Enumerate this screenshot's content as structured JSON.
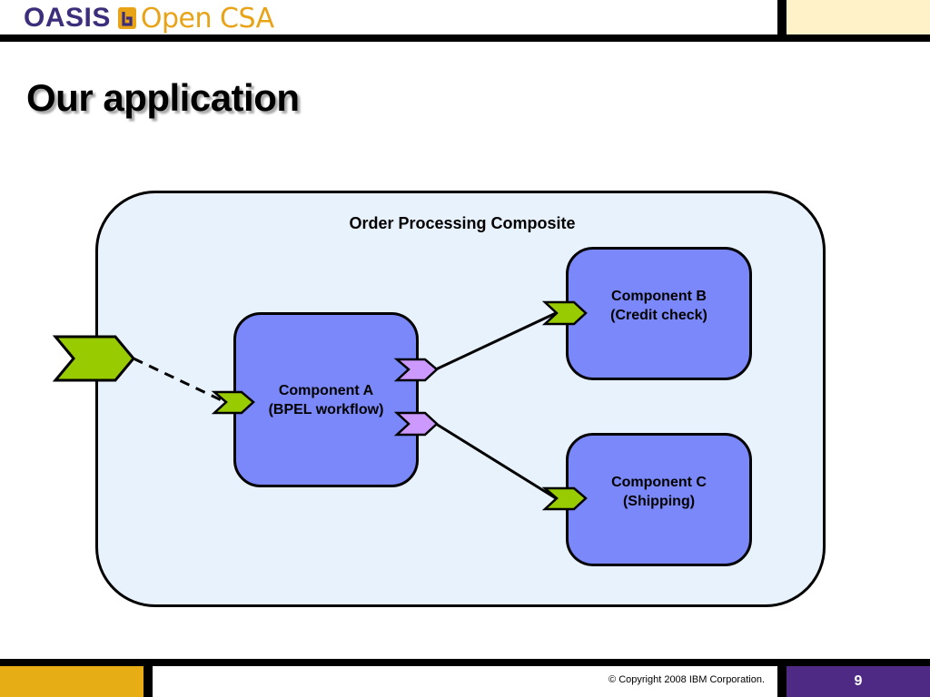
{
  "header": {
    "logo_left": "OASIS",
    "logo_right": "Open CSA",
    "logo_mark_icon": "oasis-mark-icon",
    "colors": {
      "logo_purple": "#3d2e7c",
      "logo_orange": "#e8a317",
      "accent_cream": "#fff2c8"
    }
  },
  "slide": {
    "title": "Our application"
  },
  "diagram": {
    "composite_label": "Order Processing Composite",
    "components": [
      {
        "line1": "Component A",
        "line2": "(BPEL workflow)"
      },
      {
        "line1": "Component B",
        "line2": "(Credit check)"
      },
      {
        "line1": "Component C",
        "line2": "(Shipping)"
      }
    ],
    "colors": {
      "composite_fill": "#e8f2fd",
      "component_fill": "#7a88f9",
      "service_chevron": "#99cc00",
      "reference_chevron": "#cc99ff"
    },
    "icons": [
      "service-chevron-icon",
      "reference-chevron-icon"
    ]
  },
  "footer": {
    "copyright": "© Copyright 2008 IBM Corporation.",
    "page_number": "9",
    "colors": {
      "left_block": "#e6ad15",
      "right_block": "#4e2a84"
    }
  }
}
